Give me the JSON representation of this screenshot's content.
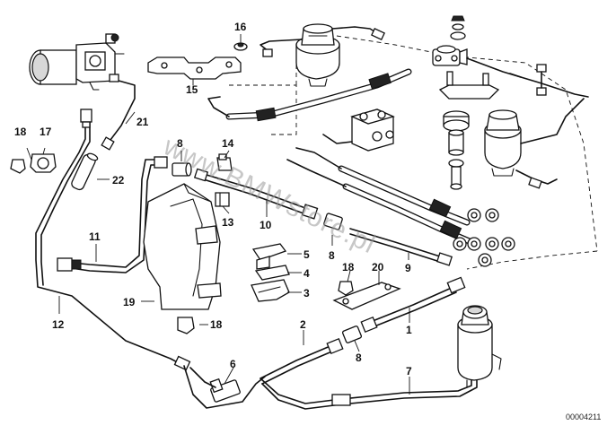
{
  "watermark": "www.BMWstore.pl",
  "diagram_code": "00004211",
  "callouts": {
    "c1": "1",
    "c2": "2",
    "c3": "3",
    "c4": "4",
    "c5": "5",
    "c6": "6",
    "c7": "7",
    "c8a": "8",
    "c8b": "8",
    "c8c": "8",
    "c9": "9",
    "c10": "10",
    "c11": "11",
    "c12": "12",
    "c13": "13",
    "c14": "14",
    "c15": "15",
    "c16": "16",
    "c17": "17",
    "c18a": "18",
    "c18b": "18",
    "c18c": "18",
    "c19": "19",
    "c20": "20",
    "c21": "21",
    "c22": "22"
  }
}
